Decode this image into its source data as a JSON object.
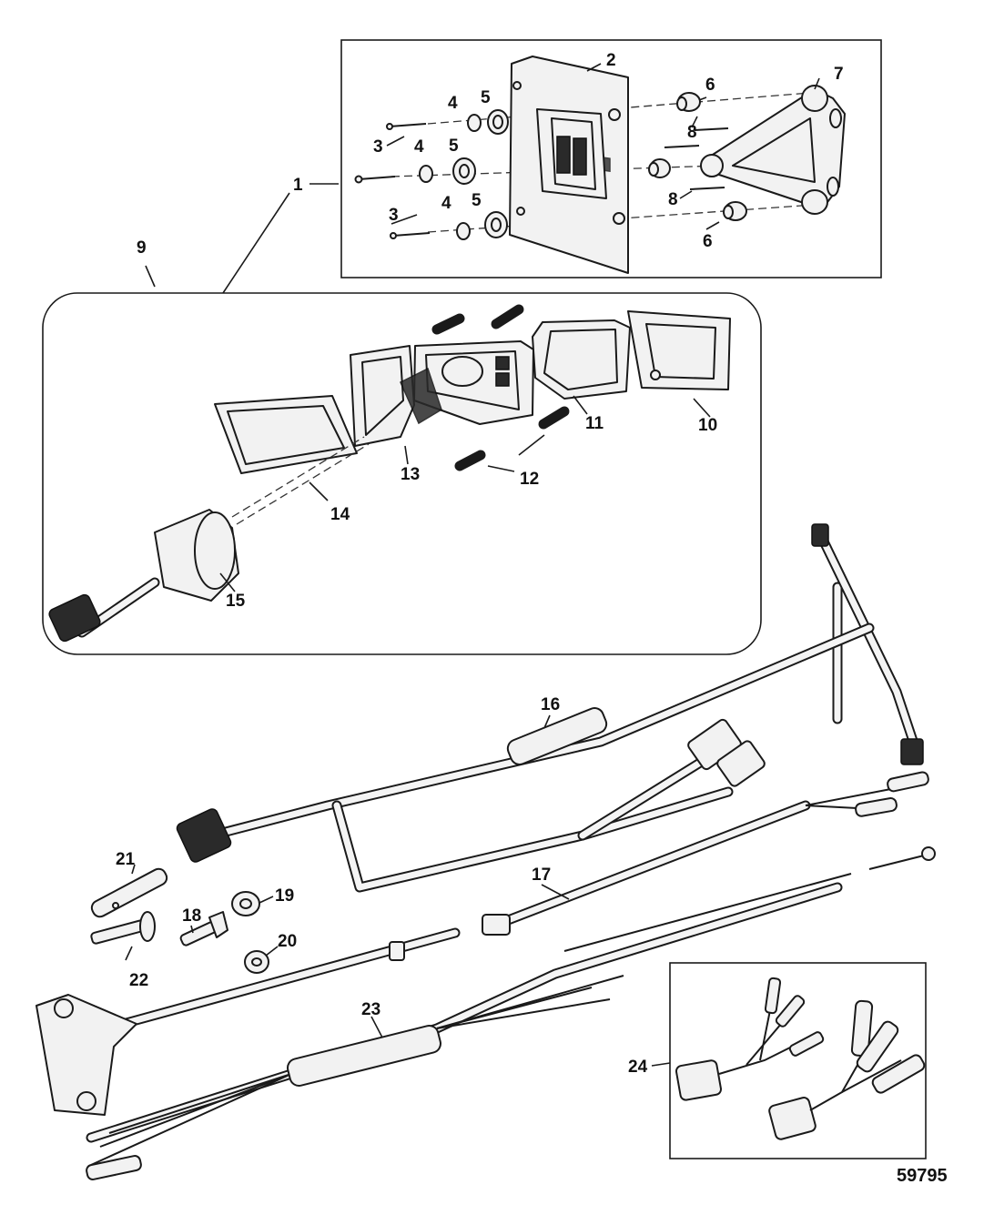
{
  "figure_number": "59795",
  "callouts": {
    "c1": "1",
    "c2": "2",
    "c3a": "3",
    "c3b": "3",
    "c4a": "4",
    "c4b": "4",
    "c4c": "4",
    "c5a": "5",
    "c5b": "5",
    "c5c": "5",
    "c6a": "6",
    "c6b": "6",
    "c7": "7",
    "c8a": "8",
    "c8b": "8",
    "c9": "9",
    "c10": "10",
    "c11": "11",
    "c12": "12",
    "c13": "13",
    "c14": "14",
    "c15": "15",
    "c16": "16",
    "c17": "17",
    "c18": "18",
    "c19": "19",
    "c20": "20",
    "c21": "21",
    "c22": "22",
    "c23": "23",
    "c24": "24"
  },
  "colors": {
    "line": "#1a1a1a",
    "fill": "#f2f2f2",
    "background": "#ffffff"
  }
}
